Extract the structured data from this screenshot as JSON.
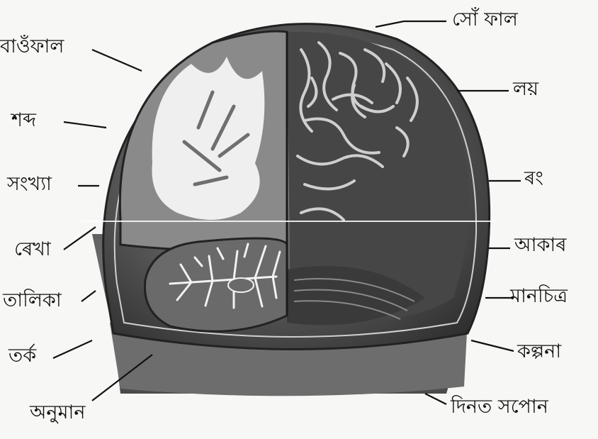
{
  "diagram": {
    "labels_left": [
      {
        "id": "l1",
        "text": "বাওঁফাল"
      },
      {
        "id": "l2",
        "text": "শব্দ"
      },
      {
        "id": "l3",
        "text": "সংখ্যা"
      },
      {
        "id": "l4",
        "text": "ৰেখা"
      },
      {
        "id": "l5",
        "text": "তালিকা"
      },
      {
        "id": "l6",
        "text": "তৰ্ক"
      },
      {
        "id": "l7",
        "text": "অনুমান"
      }
    ],
    "labels_right": [
      {
        "id": "r1",
        "text": "সোঁ ফাল"
      },
      {
        "id": "r2",
        "text": "লয়"
      },
      {
        "id": "r3",
        "text": "ৰং"
      },
      {
        "id": "r4",
        "text": "আকাৰ"
      },
      {
        "id": "r5",
        "text": "মানচিত্ৰ"
      },
      {
        "id": "r6",
        "text": "কল্পনা"
      },
      {
        "id": "r7",
        "text": "দিনত সপোন"
      }
    ],
    "colors": {
      "ink": "#111111",
      "skull": "#5f5f5f",
      "right_hemisphere": "#3c3c3c",
      "left_cut": "#8a8a8a",
      "white_matter": "#f2f2f2"
    }
  }
}
